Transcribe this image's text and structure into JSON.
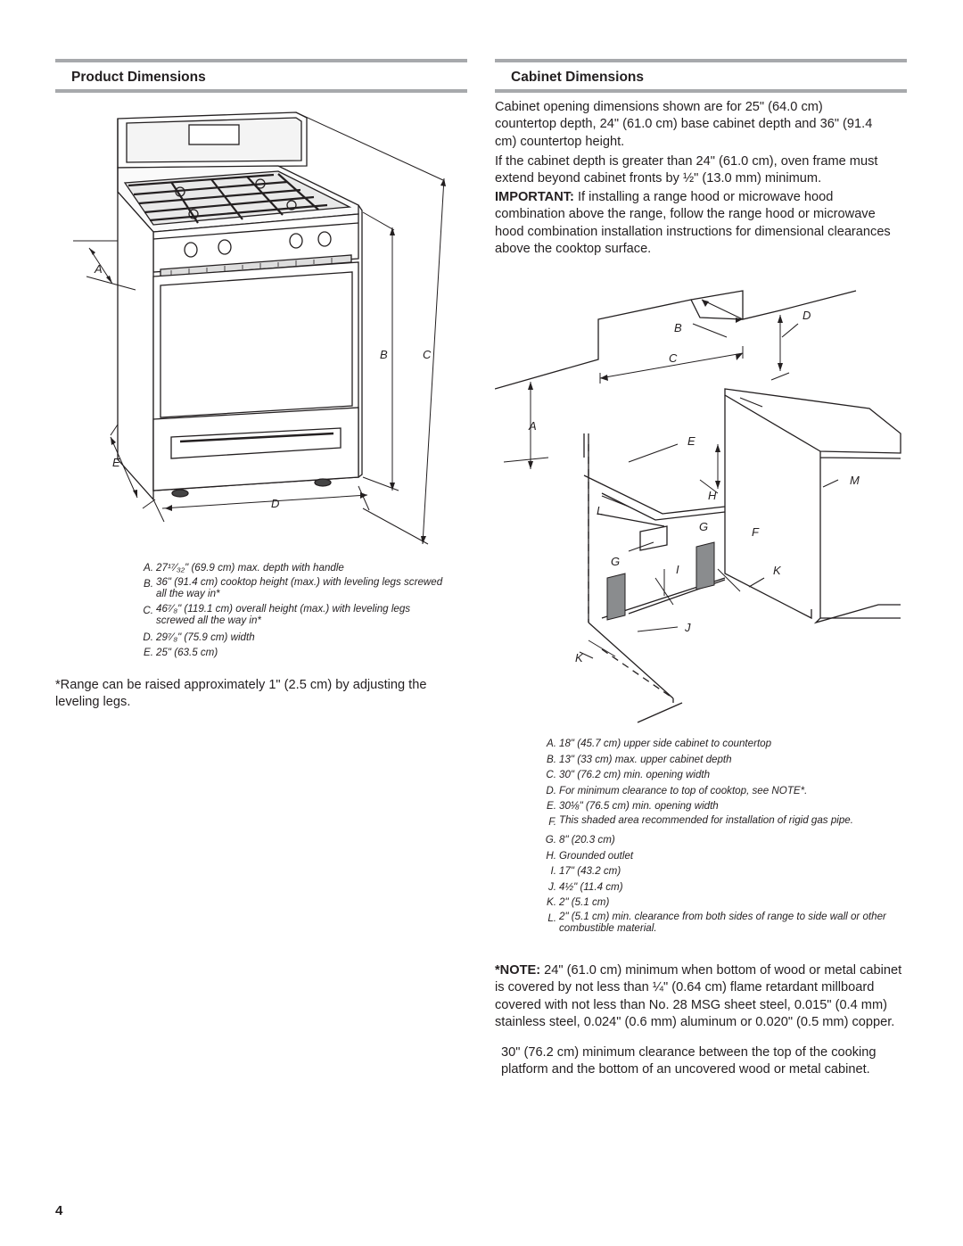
{
  "product": {
    "heading": "Product Dimensions",
    "labels": {
      "a": "A",
      "b": "B",
      "c": "C",
      "d": "D",
      "e": "E"
    },
    "legend": [
      {
        "key": "A.",
        "text": "27¹⁷⁄₃₂\" (69.9 cm) max. depth with handle"
      },
      {
        "key": "B.",
        "text": "36\" (91.4 cm) cooktop height (max.) with leveling legs screwed all the way in*"
      },
      {
        "key": "C.",
        "text": "46⁷⁄₈\" (119.1 cm) overall height (max.) with leveling legs screwed all the way in*"
      },
      {
        "key": "D.",
        "text": "29⁷⁄₈\" (75.9 cm) width"
      },
      {
        "key": "E.",
        "text": "25\" (63.5 cm)"
      }
    ],
    "footnote": "*Range can be raised approximately 1\" (2.5 cm) by adjusting the leveling legs."
  },
  "cabinet": {
    "heading": "Cabinet Dimensions",
    "intro": "Cabinet opening dimensions shown are for 25\" (64.0 cm) countertop depth, 24\" (61.0 cm) base cabinet depth and 36\" (91.4 cm) countertop height.",
    "depth_note": "If the cabinet depth is greater than 24\" (61.0 cm), oven frame must extend beyond cabinet fronts by ½\" (13.0 mm) minimum.",
    "important_label": "IMPORTANT:",
    "important_text": " If installing a range hood or microwave hood combination above the range, follow the range hood or microwave hood combination installation instructions for dimensional clearances above the cooktop surface.",
    "labels": {
      "a": "A",
      "b": "B",
      "c": "C",
      "d": "D",
      "e": "E",
      "f": "F",
      "g": "G",
      "h": "H",
      "i": "I",
      "j": "J",
      "k": "K",
      "l": "L",
      "m": "M"
    },
    "legend": [
      {
        "key": "A.",
        "text": "18\" (45.7 cm) upper side cabinet to countertop"
      },
      {
        "key": "B.",
        "text": "13\" (33 cm) max. upper cabinet depth"
      },
      {
        "key": "C.",
        "text": "30\" (76.2 cm) min. opening width"
      },
      {
        "key": "D.",
        "text": "For minimum clearance to top of cooktop, see NOTE*."
      },
      {
        "key": "E.",
        "text": "30⅛\" (76.5 cm) min. opening width"
      },
      {
        "key": "F.",
        "text": "This shaded area recommended for installation of rigid gas pipe."
      },
      {
        "key": "G.",
        "text": "8\" (20.3 cm)"
      },
      {
        "key": "H.",
        "text": "Grounded outlet"
      },
      {
        "key": "I.",
        "text": "17\" (43.2 cm)"
      },
      {
        "key": "J.",
        "text": "4½\" (11.4 cm)"
      },
      {
        "key": "K.",
        "text": "2\" (5.1 cm)"
      },
      {
        "key": "L.",
        "text": "2\" (5.1 cm) min. clearance from both sides of range to side wall or other combustible material."
      }
    ],
    "note_label": "*NOTE:",
    "note_text": " 24\" (61.0 cm) minimum when bottom of wood or metal cabinet is covered by not less than ¼\" (0.64 cm) flame retardant millboard covered with not less than No. 28 MSG sheet steel, 0.015\" (0.4 mm) stainless steel, 0.024\" (0.6 mm) aluminum or 0.020\" (0.5 mm) copper.",
    "clearance_text": "30\" (76.2 cm) minimum clearance between the top of the cooking platform and the bottom of an uncovered wood or metal cabinet."
  },
  "page_number": "4"
}
